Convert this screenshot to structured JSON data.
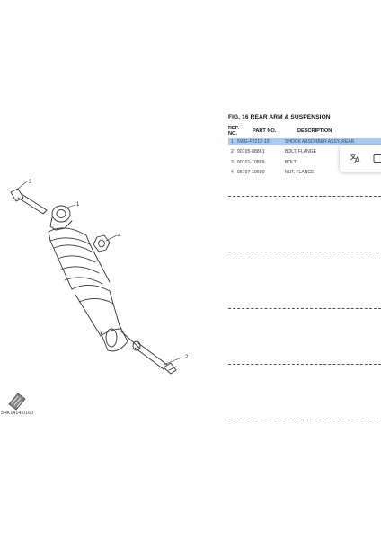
{
  "figure": {
    "title": "FIG.  16   REAR ARM & SUSPENSION"
  },
  "table": {
    "header": {
      "ref_line1": "REF.",
      "ref_line2": "NO.",
      "part": "PART NO.",
      "desc": "DESCRIPTION"
    },
    "rows": [
      {
        "ref": "1",
        "part": "5WG-F2212-10",
        "desc": "SHOCK ABSORBER ASSY, REAR",
        "selected": true
      },
      {
        "ref": "2",
        "part": "90105-08861",
        "desc": "BOLT, FLANGE"
      },
      {
        "ref": "3",
        "part": "90101-10809",
        "desc": "BOLT"
      },
      {
        "ref": "4",
        "part": "95707-10600",
        "desc": "NUT, FLANGE"
      }
    ]
  },
  "diagram": {
    "callouts": [
      "1",
      "2",
      "3",
      "4"
    ],
    "code": "5HK1414-0160"
  },
  "popup": {
    "icons": [
      "translate-icon",
      "more-icon"
    ]
  },
  "colors": {
    "selection": "#aacaf0",
    "ink": "#222222"
  }
}
